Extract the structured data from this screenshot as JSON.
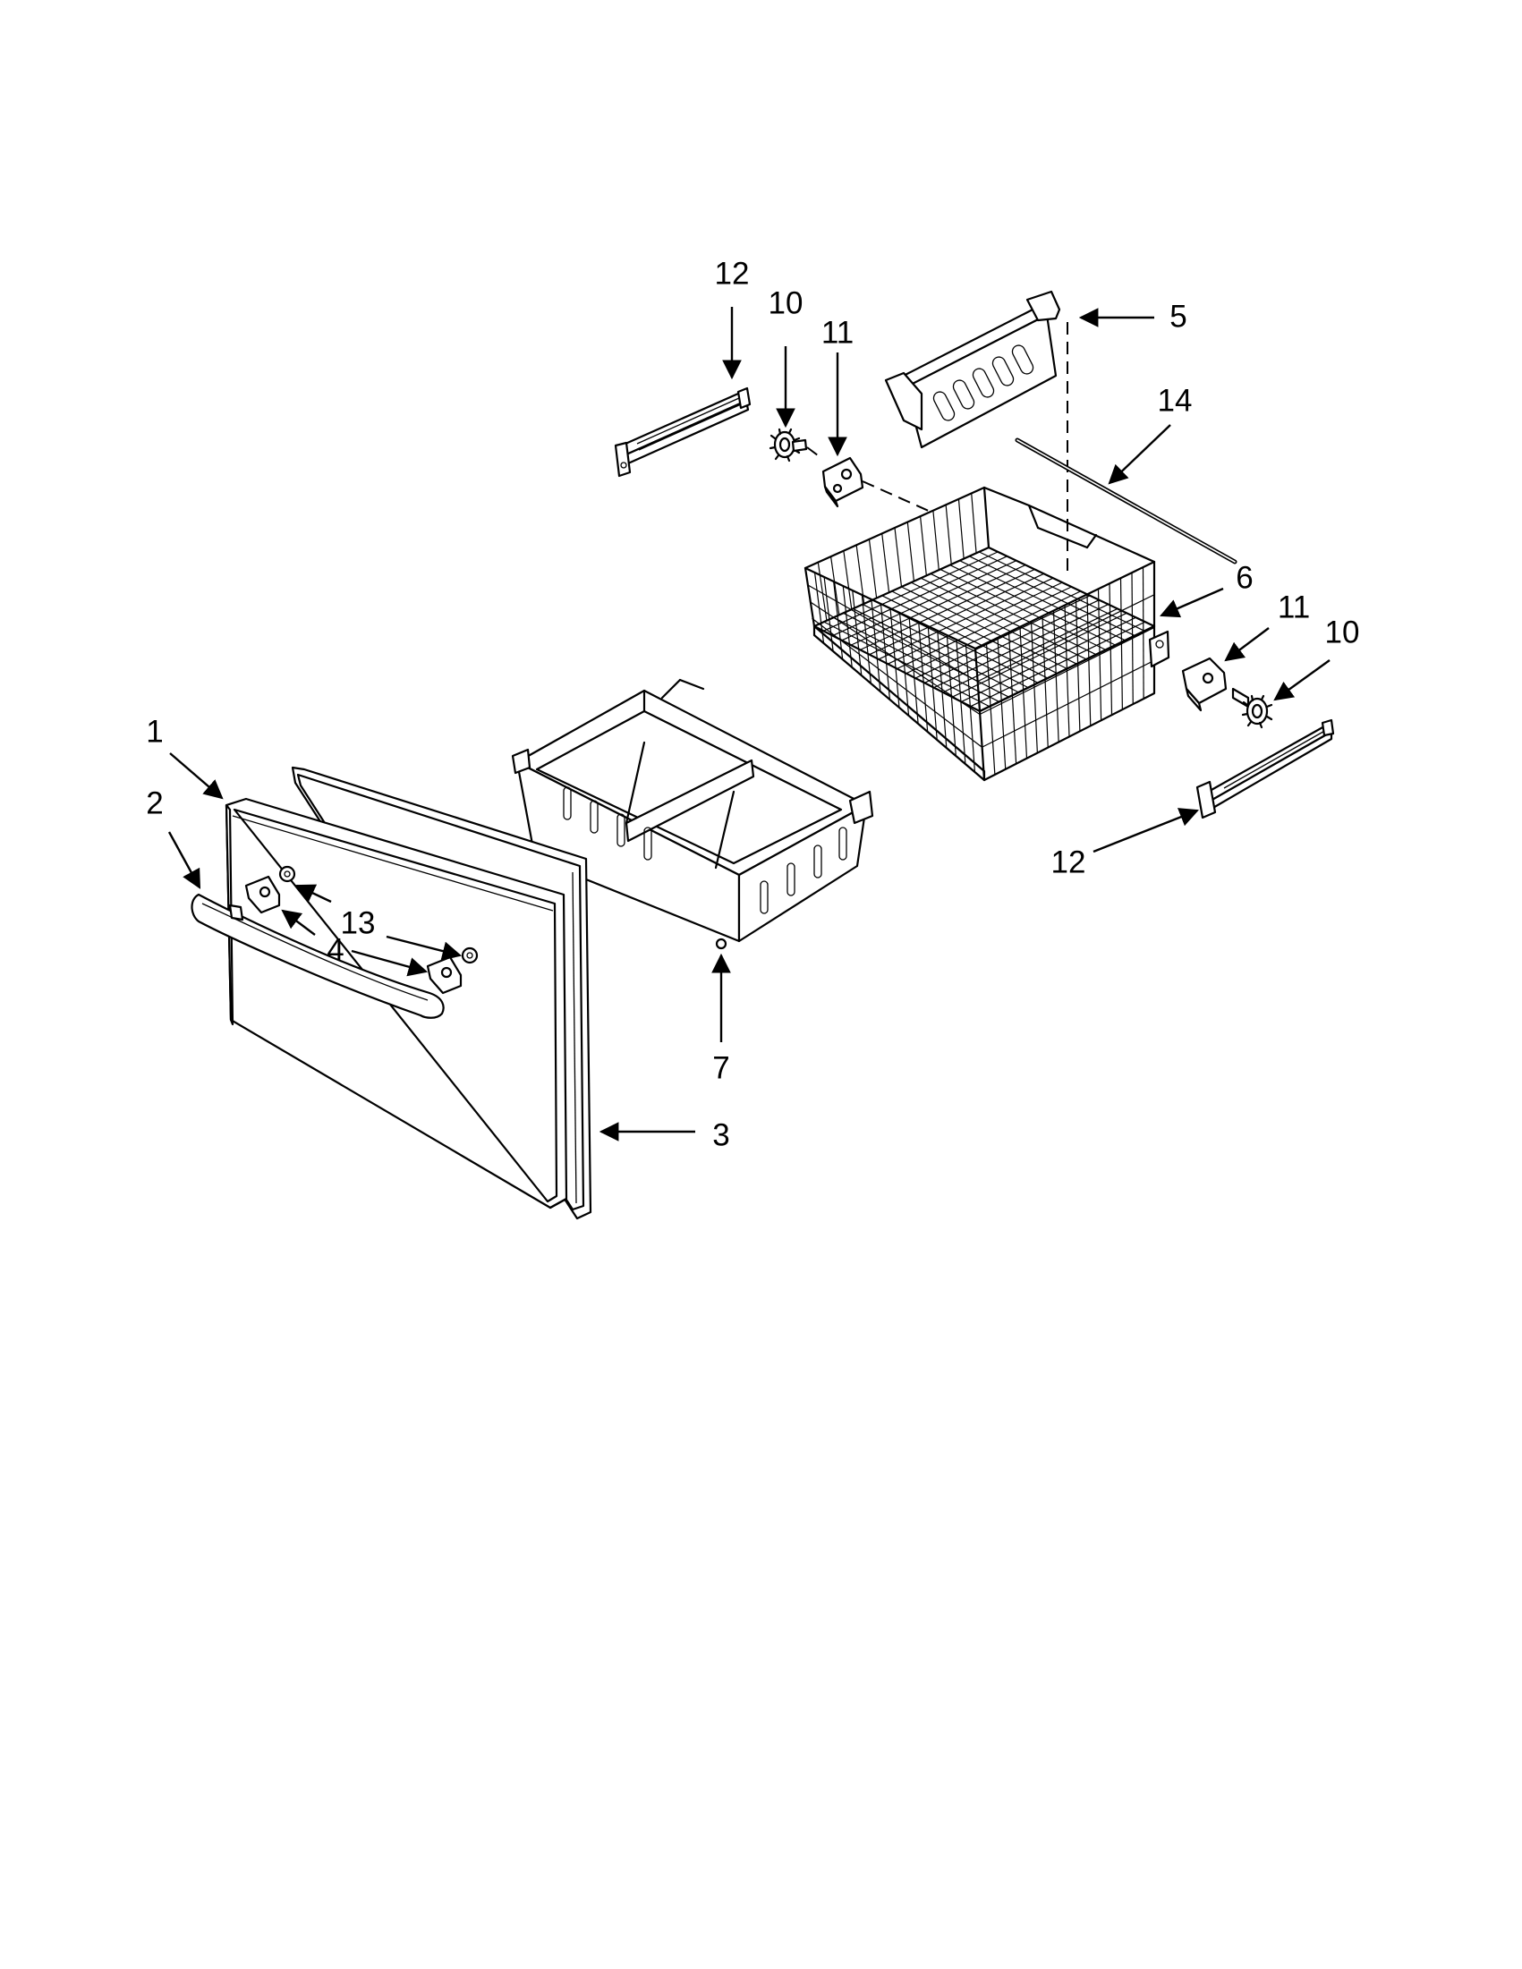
{
  "diagram": {
    "callouts": [
      {
        "id": "c1",
        "label": "1"
      },
      {
        "id": "c2",
        "label": "2"
      },
      {
        "id": "c3",
        "label": "3"
      },
      {
        "id": "c4a",
        "label": "4"
      },
      {
        "id": "c5",
        "label": "5"
      },
      {
        "id": "c6",
        "label": "6"
      },
      {
        "id": "c7",
        "label": "7"
      },
      {
        "id": "c10a",
        "label": "10"
      },
      {
        "id": "c10b",
        "label": "10"
      },
      {
        "id": "c11a",
        "label": "11"
      },
      {
        "id": "c11b",
        "label": "11"
      },
      {
        "id": "c12a",
        "label": "12"
      },
      {
        "id": "c12b",
        "label": "12"
      },
      {
        "id": "c13",
        "label": "13"
      },
      {
        "id": "c14",
        "label": "14"
      }
    ],
    "colors": {
      "ink": "#000000",
      "paper": "#ffffff"
    }
  }
}
